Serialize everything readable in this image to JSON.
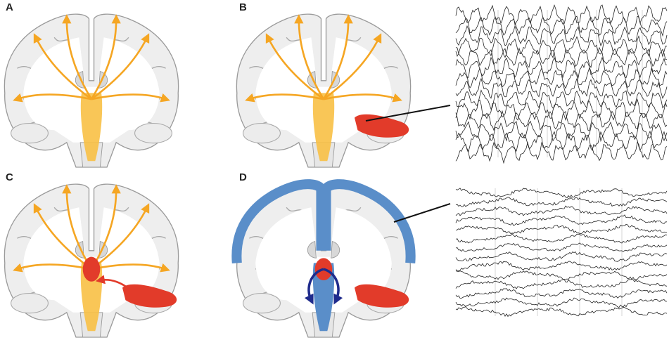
{
  "panels": [
    {
      "label": "A"
    },
    {
      "label": "B"
    },
    {
      "label": "C"
    },
    {
      "label": "D"
    }
  ],
  "colors": {
    "brain_fill": "#f2f2f2",
    "brain_stroke": "#9a9a9a",
    "white_matter": "#ffffff",
    "thalamus_projection": "#f5a623",
    "thalamus_body": "#f8c045",
    "seizure_focus": "#e23b2a",
    "inhibition": "#5a8ec9",
    "inhibitory_arrow": "#1f2b8c",
    "eeg_trace": "#222222"
  },
  "icons": [
    "orange-projection-arrow-icon",
    "red-spread-arrow-icon",
    "blue-inhibition-arrow-icon"
  ]
}
